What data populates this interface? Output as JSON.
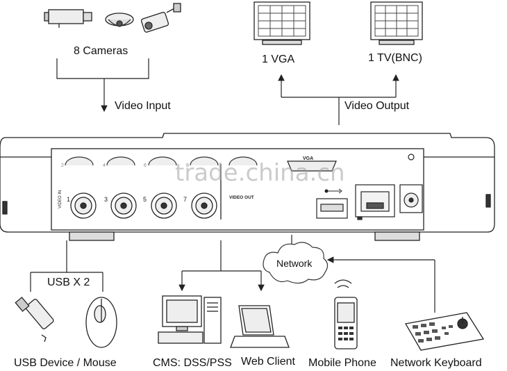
{
  "inputs": {
    "cameras_label": "8 Cameras",
    "video_input_label": "Video  Input"
  },
  "outputs": {
    "vga_label": "1 VGA",
    "tv_label": "1 TV(BNC)",
    "video_output_label": "Video Output"
  },
  "device": {
    "vga_port_label": "VGA",
    "video_out_label": "VIDEO OUT",
    "video_in_side_label": "VIDEO IN",
    "bnc_numbers": [
      "1",
      "3",
      "5",
      "7"
    ],
    "top_bnc_numbers": [
      "2",
      "4",
      "6",
      "8"
    ]
  },
  "network": {
    "cloud_label": "Network"
  },
  "peripherals": {
    "usb_count_label": "USB X 2",
    "usb_device_label": "USB Device / Mouse",
    "cms_label": "CMS: DSS/PSS",
    "web_client_label": "Web Client",
    "mobile_label": "Mobile Phone",
    "keyboard_label": "Network Keyboard"
  },
  "watermark": "trade.china.cn"
}
